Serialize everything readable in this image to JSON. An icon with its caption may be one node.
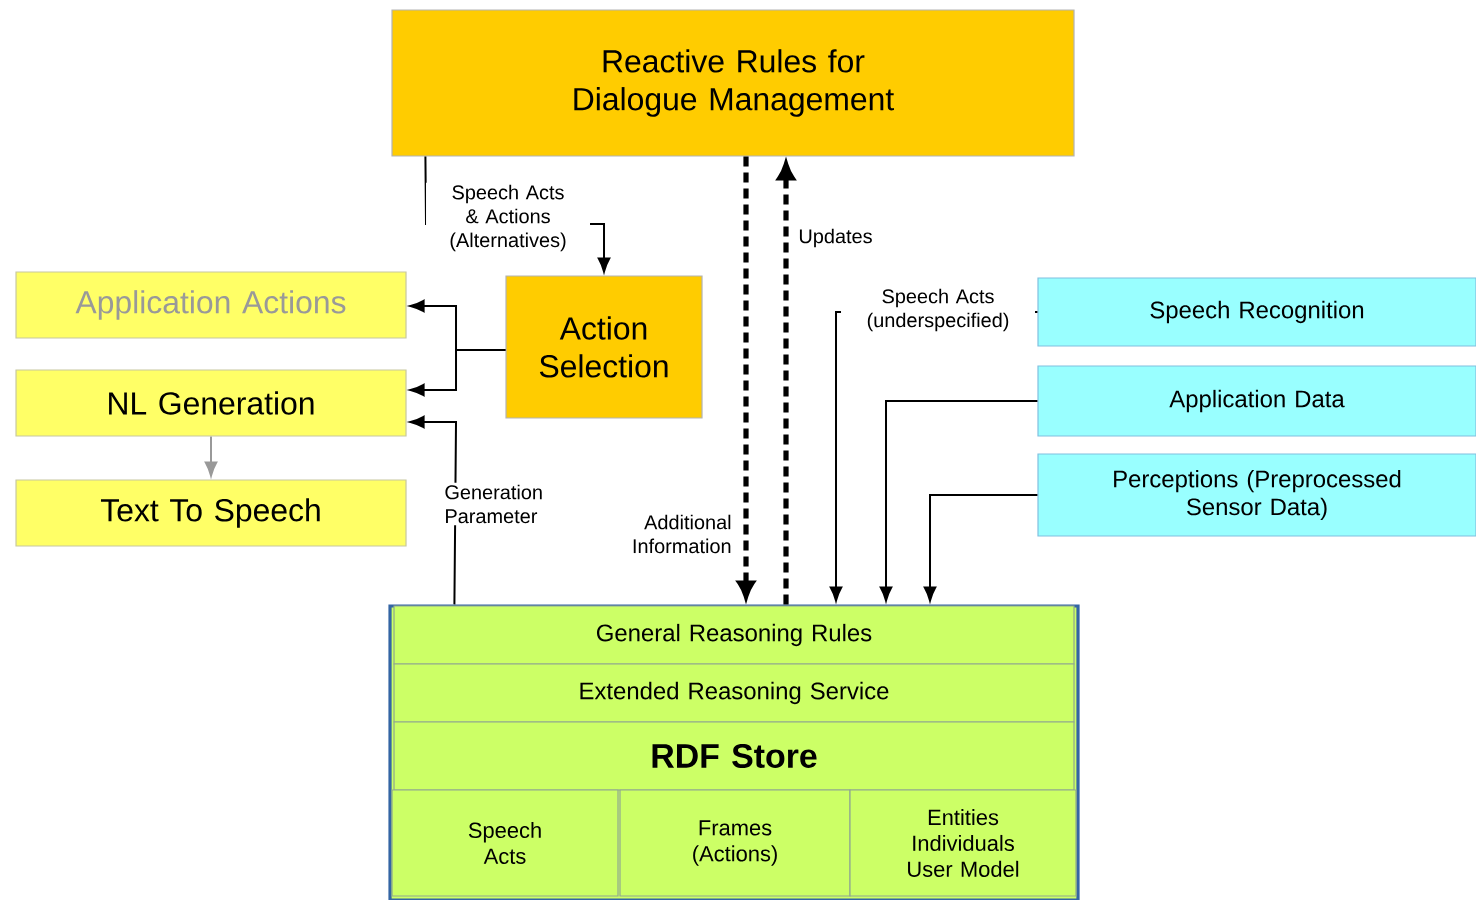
{
  "diagram": {
    "nodes": [
      {
        "text": [
          "Reactive Rules for Dialogue Management"
        ]
      },
      {
        "text": [
          "Action Selection"
        ]
      },
      {
        "text": [
          "Application Actions"
        ]
      },
      {
        "text": [
          "NL Generation"
        ]
      },
      {
        "text": [
          "Text To Speech"
        ]
      },
      {
        "text": [
          "Speech Recognition"
        ]
      },
      {
        "text": [
          "Application Data"
        ]
      },
      {
        "text": [
          "Perceptions (Preprocessed Sensor Data)"
        ]
      },
      {
        "text": [],
        "shape": "box"
      },
      {
        "text": [
          "General Reasoning Rules"
        ],
        "in": 8
      },
      {
        "text": [
          "Extended Reasoning Service"
        ],
        "in": 8
      },
      {
        "text": [
          "RDF Store"
        ],
        "in": 8
      },
      {
        "text": [
          "Speech Acts"
        ],
        "in": 8
      },
      {
        "text": [
          "Frames (Actions)"
        ],
        "in": 8
      },
      {
        "text": [
          "Entities Individuals User Model"
        ],
        "in": 8
      }
    ],
    "edges": [
      {
        "from": 0,
        "to": 1,
        "arrow": "to",
        "label": "Speech Acts & Actions (Alternatives)"
      },
      {
        "from": 1,
        "to": 2,
        "arrow": "to"
      },
      {
        "from": 1,
        "to": 3,
        "arrow": "to"
      },
      {
        "from": 3,
        "to": 4,
        "arrow": "to",
        "color": "#999999"
      },
      {
        "from": 8,
        "to": 3,
        "arrow": "to",
        "label": "Generation Parameter"
      },
      {
        "from": 0,
        "to": 8,
        "arrow": "to",
        "style": "dashed",
        "label": "Additional Information"
      },
      {
        "from": 8,
        "to": 0,
        "arrow": "to",
        "style": "dashed",
        "label": "Updates"
      },
      {
        "from": 5,
        "to": 8,
        "arrow": "to",
        "label": "Speech Acts (underspecified)"
      },
      {
        "from": 6,
        "to": 8,
        "arrow": "to"
      },
      {
        "from": 7,
        "to": 8,
        "arrow": "to"
      }
    ]
  }
}
